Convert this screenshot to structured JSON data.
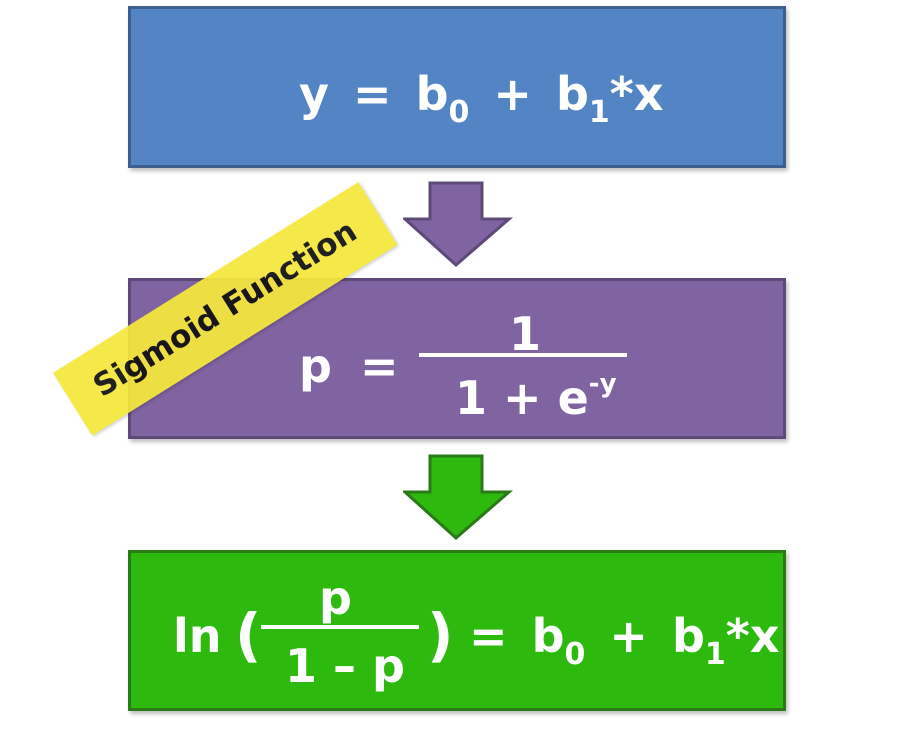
{
  "box1": {
    "y": "y",
    "eq_sign": "=",
    "b": "b",
    "sub0": "0",
    "plus": "+",
    "b1": "b",
    "sub1": "1",
    "tail": "*x"
  },
  "box2": {
    "p": "p",
    "eq_sign": "=",
    "numerator": "1",
    "den_main": "1 + e",
    "den_sup": "-y"
  },
  "box3": {
    "ln": "ln",
    "open_paren": "(",
    "numerator": "p",
    "denominator": "1 – p",
    "close_paren": ")",
    "eq_sign": "=",
    "b": "b",
    "sub0": "0",
    "plus": "+",
    "b1": "b",
    "sub1": "1",
    "tail": "*x"
  },
  "banner": {
    "label": "Sigmoid Function"
  },
  "colors": {
    "box1": "#5384c4",
    "box2": "#8064a2",
    "box3": "#2eb90e",
    "arrow1": "#8064a2",
    "arrow2": "#2eb90e",
    "banner": "#f5e83c"
  }
}
